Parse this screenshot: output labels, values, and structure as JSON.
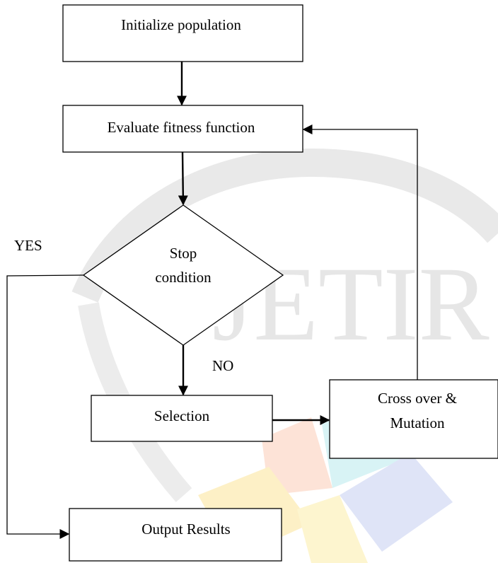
{
  "watermark": {
    "text": "JETIR",
    "shield_color": "#e9e9e9",
    "petal_colors": [
      "#fde3d7",
      "#fdf0c6",
      "#d8f3f5",
      "#dfe4f7",
      "#fdf5cf"
    ]
  },
  "nodes": {
    "initialize": {
      "label": "Initialize population"
    },
    "evaluate": {
      "label": "Evaluate fitness function"
    },
    "stop": {
      "line1": "Stop",
      "line2": "condition"
    },
    "selection": {
      "label": "Selection"
    },
    "crossover": {
      "line1": "Cross over &",
      "line2": "Mutation"
    },
    "output": {
      "label": "Output Results"
    }
  },
  "edge_labels": {
    "yes": "YES",
    "no": "NO"
  },
  "colors": {
    "stroke": "#000000",
    "background": "#ffffff"
  }
}
